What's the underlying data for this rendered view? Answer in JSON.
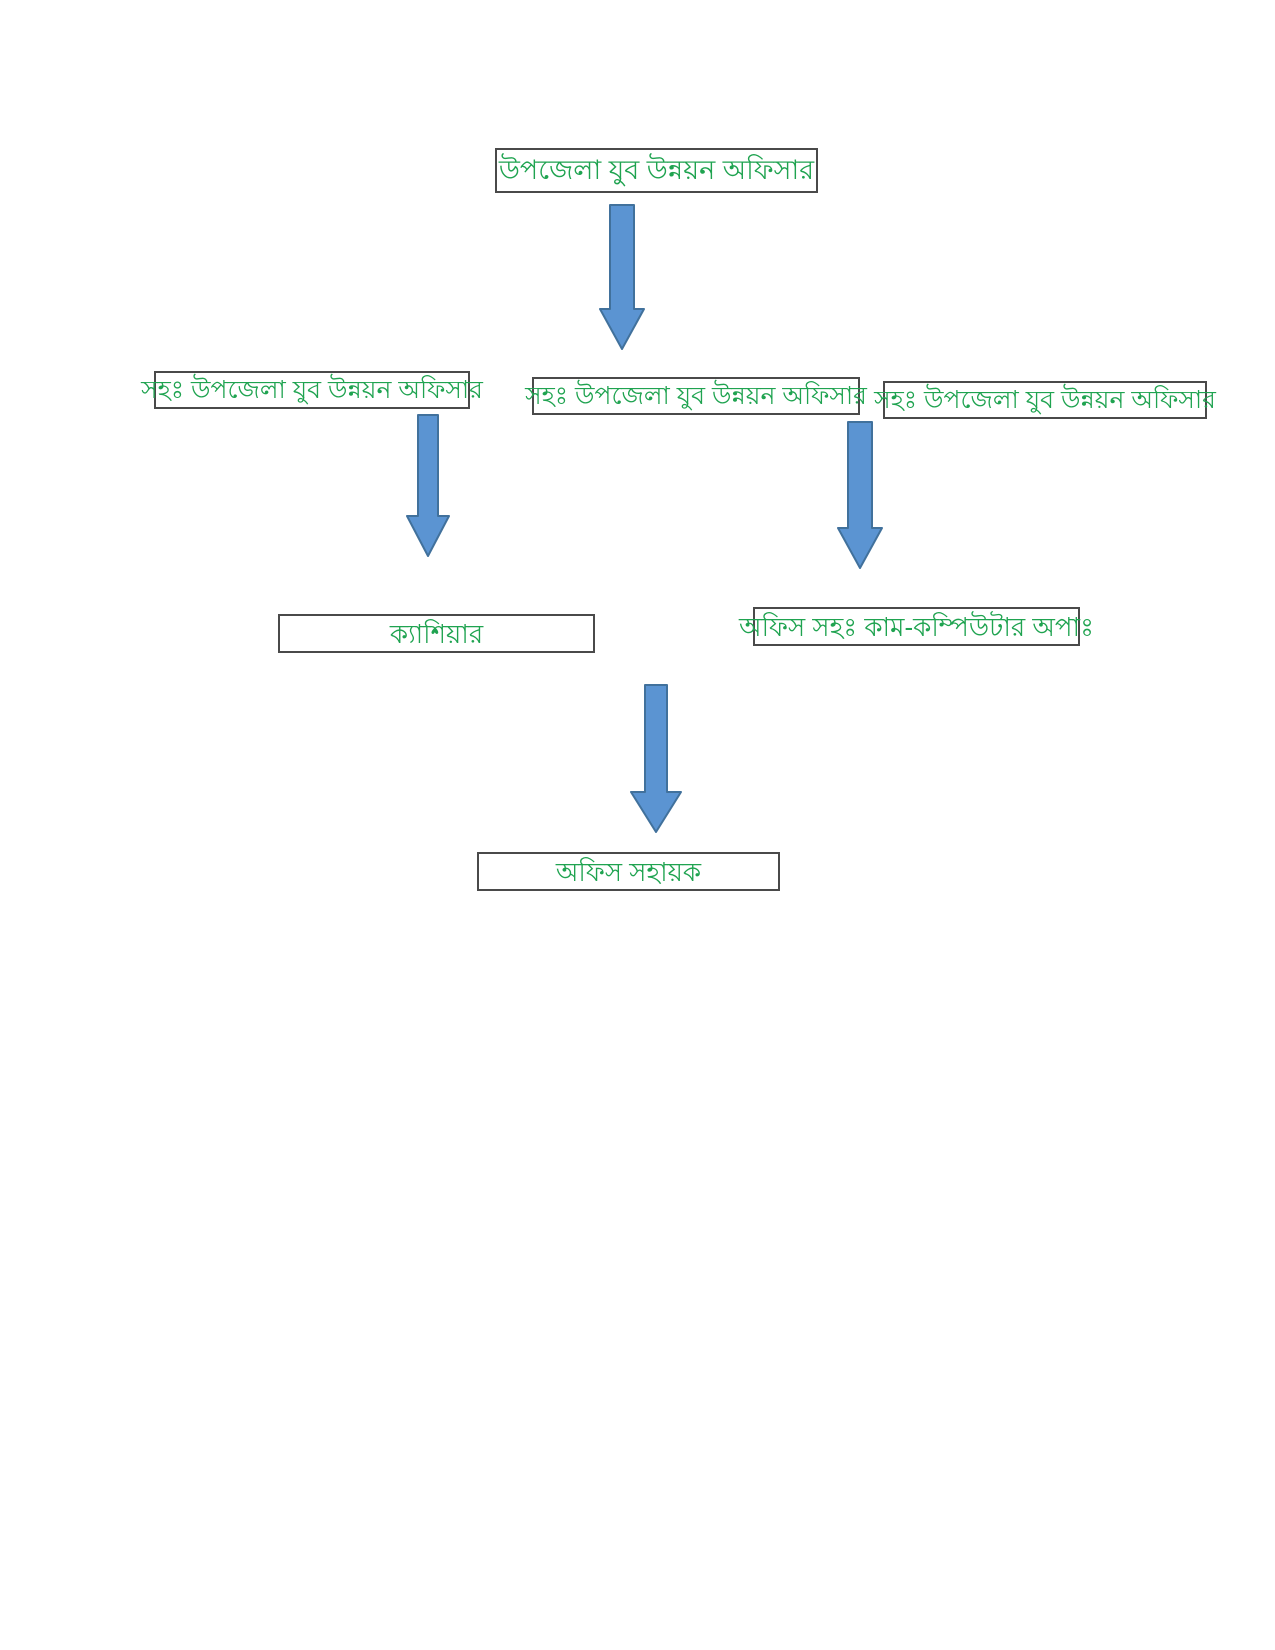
{
  "colors": {
    "label_green": "#1fa350",
    "box_border": "#4a4a4a",
    "arrow_fill": "#5b94d2",
    "arrow_stroke": "#41719c",
    "page_bg": "#ffffff"
  },
  "org_chart": {
    "root": {
      "label": "উপজেলা যুব উন্নয়ন অফিসার"
    },
    "level2": [
      {
        "label": "সহঃ উপজেলা যুব উন্নয়ন অফিসার"
      },
      {
        "label": "সহঃ উপজেলা যুব উন্নয়ন অফিসার"
      },
      {
        "label": "সহঃ উপজেলা যুব উন্নয়ন অফিসার"
      }
    ],
    "level3": [
      {
        "label": "ক্যাশিয়ার"
      },
      {
        "label": "অফিস সহঃ কাম-কম্পিউটার অপাঃ"
      }
    ],
    "level4": [
      {
        "label": "অফিস সহায়ক"
      }
    ]
  }
}
